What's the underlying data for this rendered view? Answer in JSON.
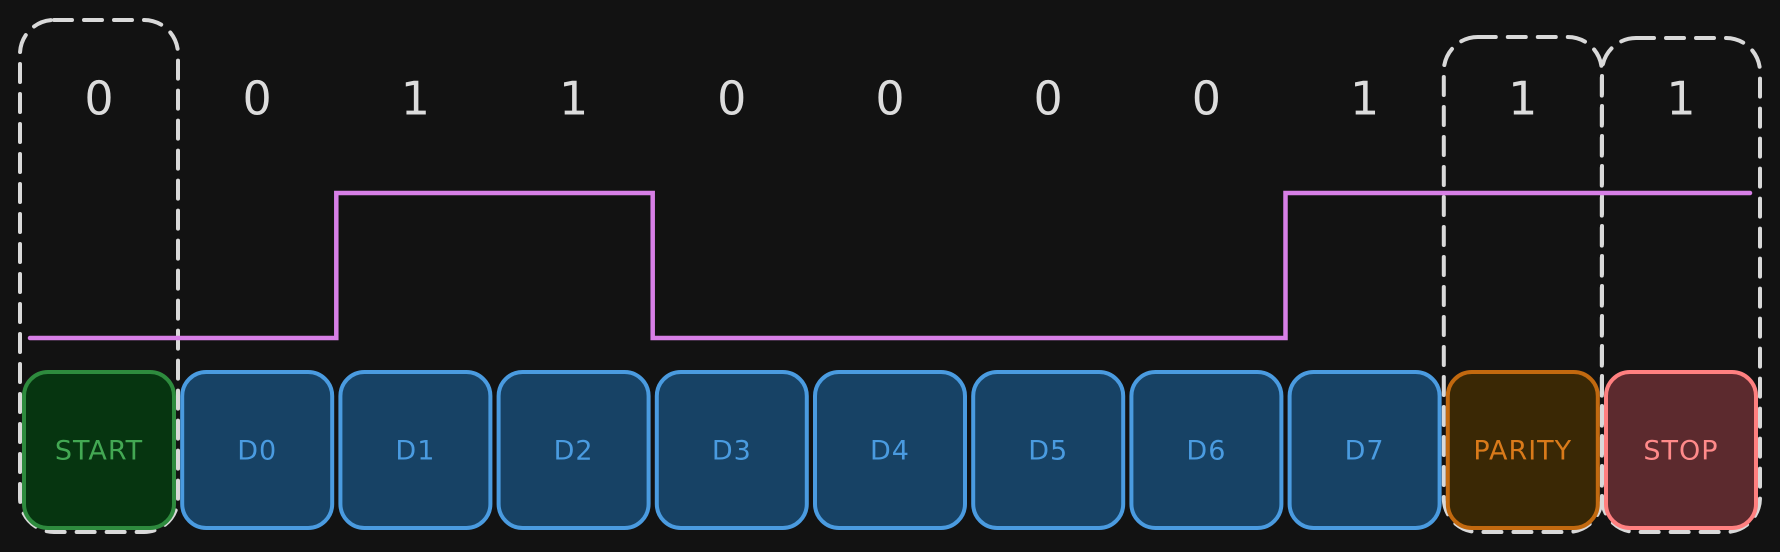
{
  "frame": {
    "bits": [
      "0",
      "0",
      "1",
      "1",
      "0",
      "0",
      "0",
      "0",
      "1",
      "1",
      "1"
    ],
    "cells": [
      {
        "label": "START",
        "role": "start",
        "fill": "#063510",
        "stroke": "#2e8b3e",
        "text": "#43a853"
      },
      {
        "label": "D0",
        "role": "data",
        "fill": "#174265",
        "stroke": "#4a9be0",
        "text": "#4a9be0"
      },
      {
        "label": "D1",
        "role": "data",
        "fill": "#174265",
        "stroke": "#4a9be0",
        "text": "#4a9be0"
      },
      {
        "label": "D2",
        "role": "data",
        "fill": "#174265",
        "stroke": "#4a9be0",
        "text": "#4a9be0"
      },
      {
        "label": "D3",
        "role": "data",
        "fill": "#174265",
        "stroke": "#4a9be0",
        "text": "#4a9be0"
      },
      {
        "label": "D4",
        "role": "data",
        "fill": "#174265",
        "stroke": "#4a9be0",
        "text": "#4a9be0"
      },
      {
        "label": "D5",
        "role": "data",
        "fill": "#174265",
        "stroke": "#4a9be0",
        "text": "#4a9be0"
      },
      {
        "label": "D6",
        "role": "data",
        "fill": "#174265",
        "stroke": "#4a9be0",
        "text": "#4a9be0"
      },
      {
        "label": "D7",
        "role": "data",
        "fill": "#174265",
        "stroke": "#4a9be0",
        "text": "#4a9be0"
      },
      {
        "label": "PARITY",
        "role": "parity",
        "fill": "#3a2805",
        "stroke": "#c2690f",
        "text": "#d97a1a"
      },
      {
        "label": "STOP",
        "role": "stop",
        "fill": "#5c2a2e",
        "stroke": "#ff8080",
        "text": "#ff8a8a"
      }
    ],
    "highlighted_groups": [
      "start",
      "parity",
      "stop"
    ]
  },
  "colors": {
    "background": "#121212",
    "signal": "#d77fe6",
    "dashed_group": "#d9d9d9",
    "bit_text": "#dcdcdc"
  }
}
